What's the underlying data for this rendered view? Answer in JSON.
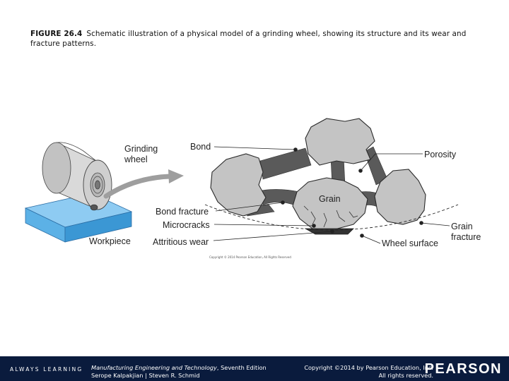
{
  "caption": {
    "figure_number": "FIGURE 26.4",
    "text": "Schematic illustration of a physical model of a grinding wheel, showing its structure and its wear and fracture patterns."
  },
  "diagram": {
    "labels": {
      "grinding_wheel_1": "Grinding",
      "grinding_wheel_2": "wheel",
      "workpiece": "Workpiece",
      "bond": "Bond",
      "porosity": "Porosity",
      "grain": "Grain",
      "bond_fracture": "Bond fracture",
      "microcracks": "Microcracks",
      "attritious_wear": "Attritious wear",
      "grain_fracture_1": "Grain",
      "grain_fracture_2": "fracture",
      "wheel_surface": "Wheel surface"
    },
    "figure_copyright": "Copyright © 2014 Pearson Education, All Rights Reserved",
    "colors": {
      "grain_fill": "#c4c4c4",
      "bond_fill": "#5a5a5a",
      "workpiece_top": "#8ecbf2",
      "workpiece_side": "#4aa6e0",
      "arrow": "#b0b0b0"
    }
  },
  "footer": {
    "brand_left": "ALWAYS LEARNING",
    "book_title": "Manufacturing Engineering and Technology",
    "book_edition": ", Seventh Edition",
    "book_authors": "Serope Kalpakjian | Steven R. Schmid",
    "copyright_line1": "Copyright ©2014 by Pearson Education, Inc.",
    "copyright_line2": "All rights reserved.",
    "brand_right": "PEARSON",
    "background": "#0a1b3d"
  }
}
